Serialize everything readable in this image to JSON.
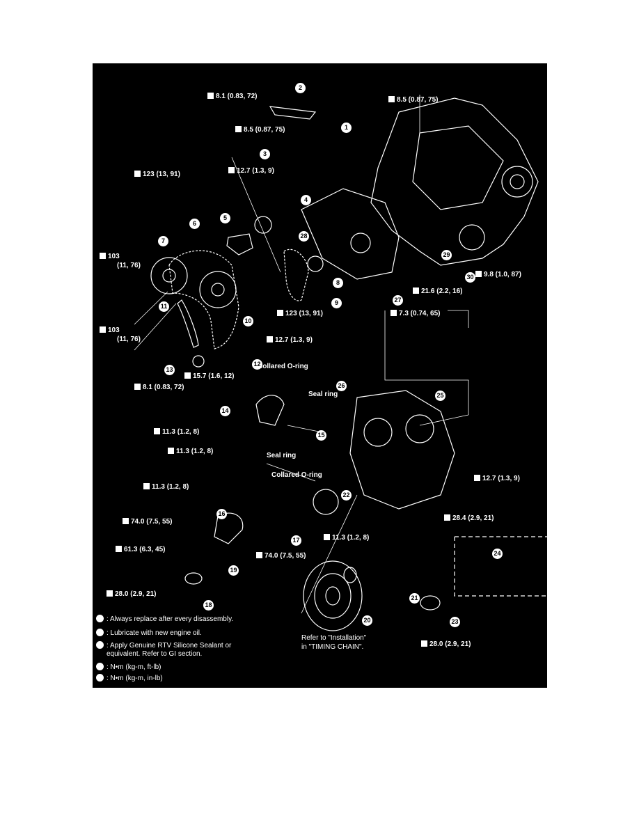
{
  "torque_labels": [
    {
      "text": "8.1 (0.83, 72)"
    },
    {
      "text": "8.5 (0.87, 75)"
    },
    {
      "text": "8.5 (0.87, 75)"
    },
    {
      "text": "12.7 (1.3, 9)"
    },
    {
      "text": "123 (13, 91)"
    },
    {
      "text": "103"
    },
    {
      "text": "(11, 76)"
    },
    {
      "text": "9.8 (1.0, 87)"
    },
    {
      "text": "21.6 (2.2, 16)"
    },
    {
      "text": "123 (13, 91)"
    },
    {
      "text": "7.3 (0.74, 65)"
    },
    {
      "text": "103"
    },
    {
      "text": "(11, 76)"
    },
    {
      "text": "12.7 (1.3, 9)"
    },
    {
      "text": "15.7 (1.6, 12)"
    },
    {
      "text": "8.1 (0.83, 72)"
    },
    {
      "text": "11.3 (1.2, 8)"
    },
    {
      "text": "11.3 (1.2, 8)"
    },
    {
      "text": "11.3 (1.2, 8)"
    },
    {
      "text": "12.7 (1.3, 9)"
    },
    {
      "text": "28.4 (2.9, 21)"
    },
    {
      "text": "74.0 (7.5, 55)"
    },
    {
      "text": "11.3 (1.2, 8)"
    },
    {
      "text": "61.3 (6.3, 45)"
    },
    {
      "text": "74.0 (7.5, 55)"
    },
    {
      "text": "28.0 (2.9, 21)"
    },
    {
      "text": "28.0 (2.9, 21)"
    }
  ],
  "part_labels": [
    {
      "text": "Collared O-ring"
    },
    {
      "text": "Seal ring"
    },
    {
      "text": "Seal ring"
    },
    {
      "text": "Collared O-ring"
    }
  ],
  "callouts": [
    "1",
    "2",
    "3",
    "4",
    "5",
    "6",
    "7",
    "8",
    "9",
    "10",
    "11",
    "12",
    "13",
    "14",
    "15",
    "16",
    "17",
    "18",
    "19",
    "20",
    "21",
    "22",
    "23",
    "24",
    "25",
    "26",
    "27",
    "28",
    "29",
    "30"
  ],
  "legend": [
    {
      "icon": "replace-icon",
      "text": ": Always replace after every disassembly."
    },
    {
      "icon": "oil-can-icon",
      "text": ": Lubricate with new engine oil."
    },
    {
      "icon": "sealant-icon",
      "text": ": Apply Genuine RTV Silicone Sealant or"
    },
    {
      "icon": "",
      "text": "equivalent. Refer to GI section."
    },
    {
      "icon": "torque-wrench-icon",
      "text": ": N•m (kg-m, ft-lb)"
    },
    {
      "icon": "torque-wrench-inlb-icon",
      "text": ": N•m (kg-m, in-lb)"
    }
  ],
  "crank_note": [
    "Refer to \"Installation\"",
    "in \"TIMING CHAIN\"."
  ],
  "colors": {
    "background": "#000000",
    "foreground": "#ffffff",
    "page": "#ffffff"
  }
}
